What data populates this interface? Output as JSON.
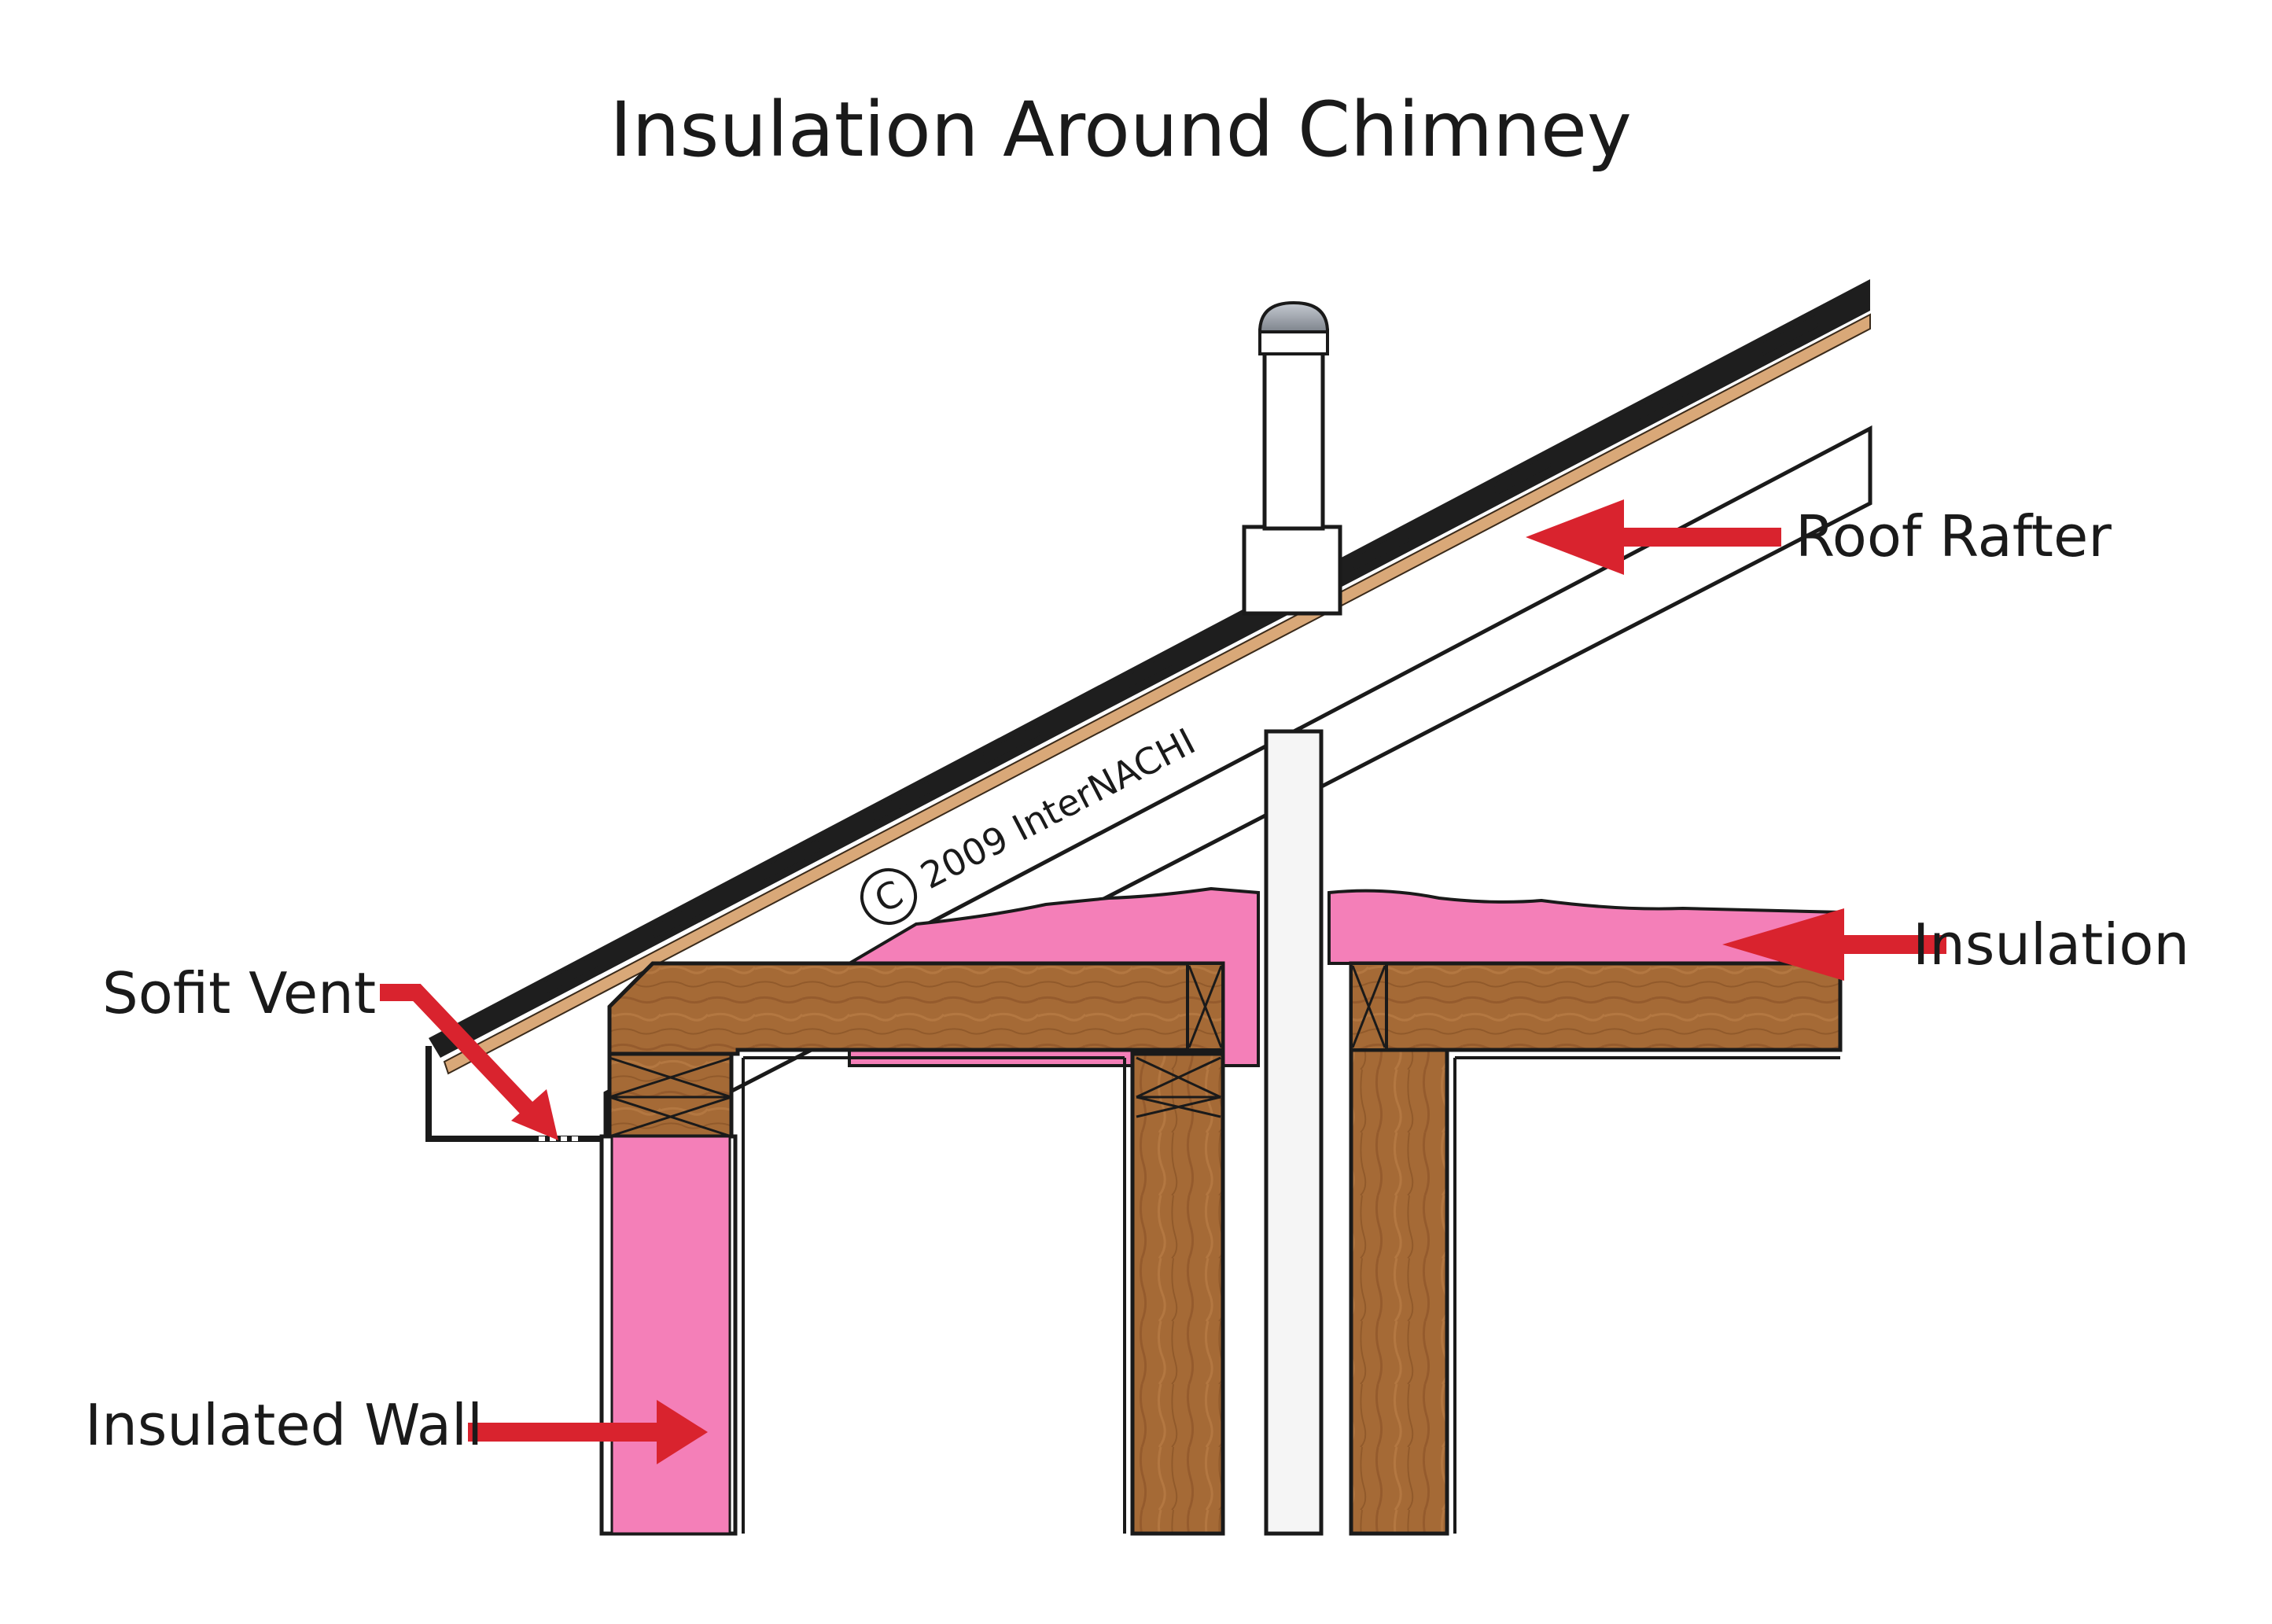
{
  "title": "Insulation Around Chimney",
  "labels": {
    "roof_rafter": "Roof Rafter",
    "insulation": "Insulation",
    "sofit_vent": "Sofit Vent",
    "insulated_wall": "Insulated Wall"
  },
  "watermark": {
    "symbol": "C",
    "text": "2009 InterNACHI"
  },
  "colors": {
    "insulation_pink": "#f47fb8",
    "wood_brown": "#a56a36",
    "arrow_red": "#d9232e",
    "shingle_dark": "#1e1e1e",
    "sheathing_tan": "#d9a878",
    "pipe_light": "#f5f5f5",
    "cap_grey": "#9aa0a8"
  }
}
